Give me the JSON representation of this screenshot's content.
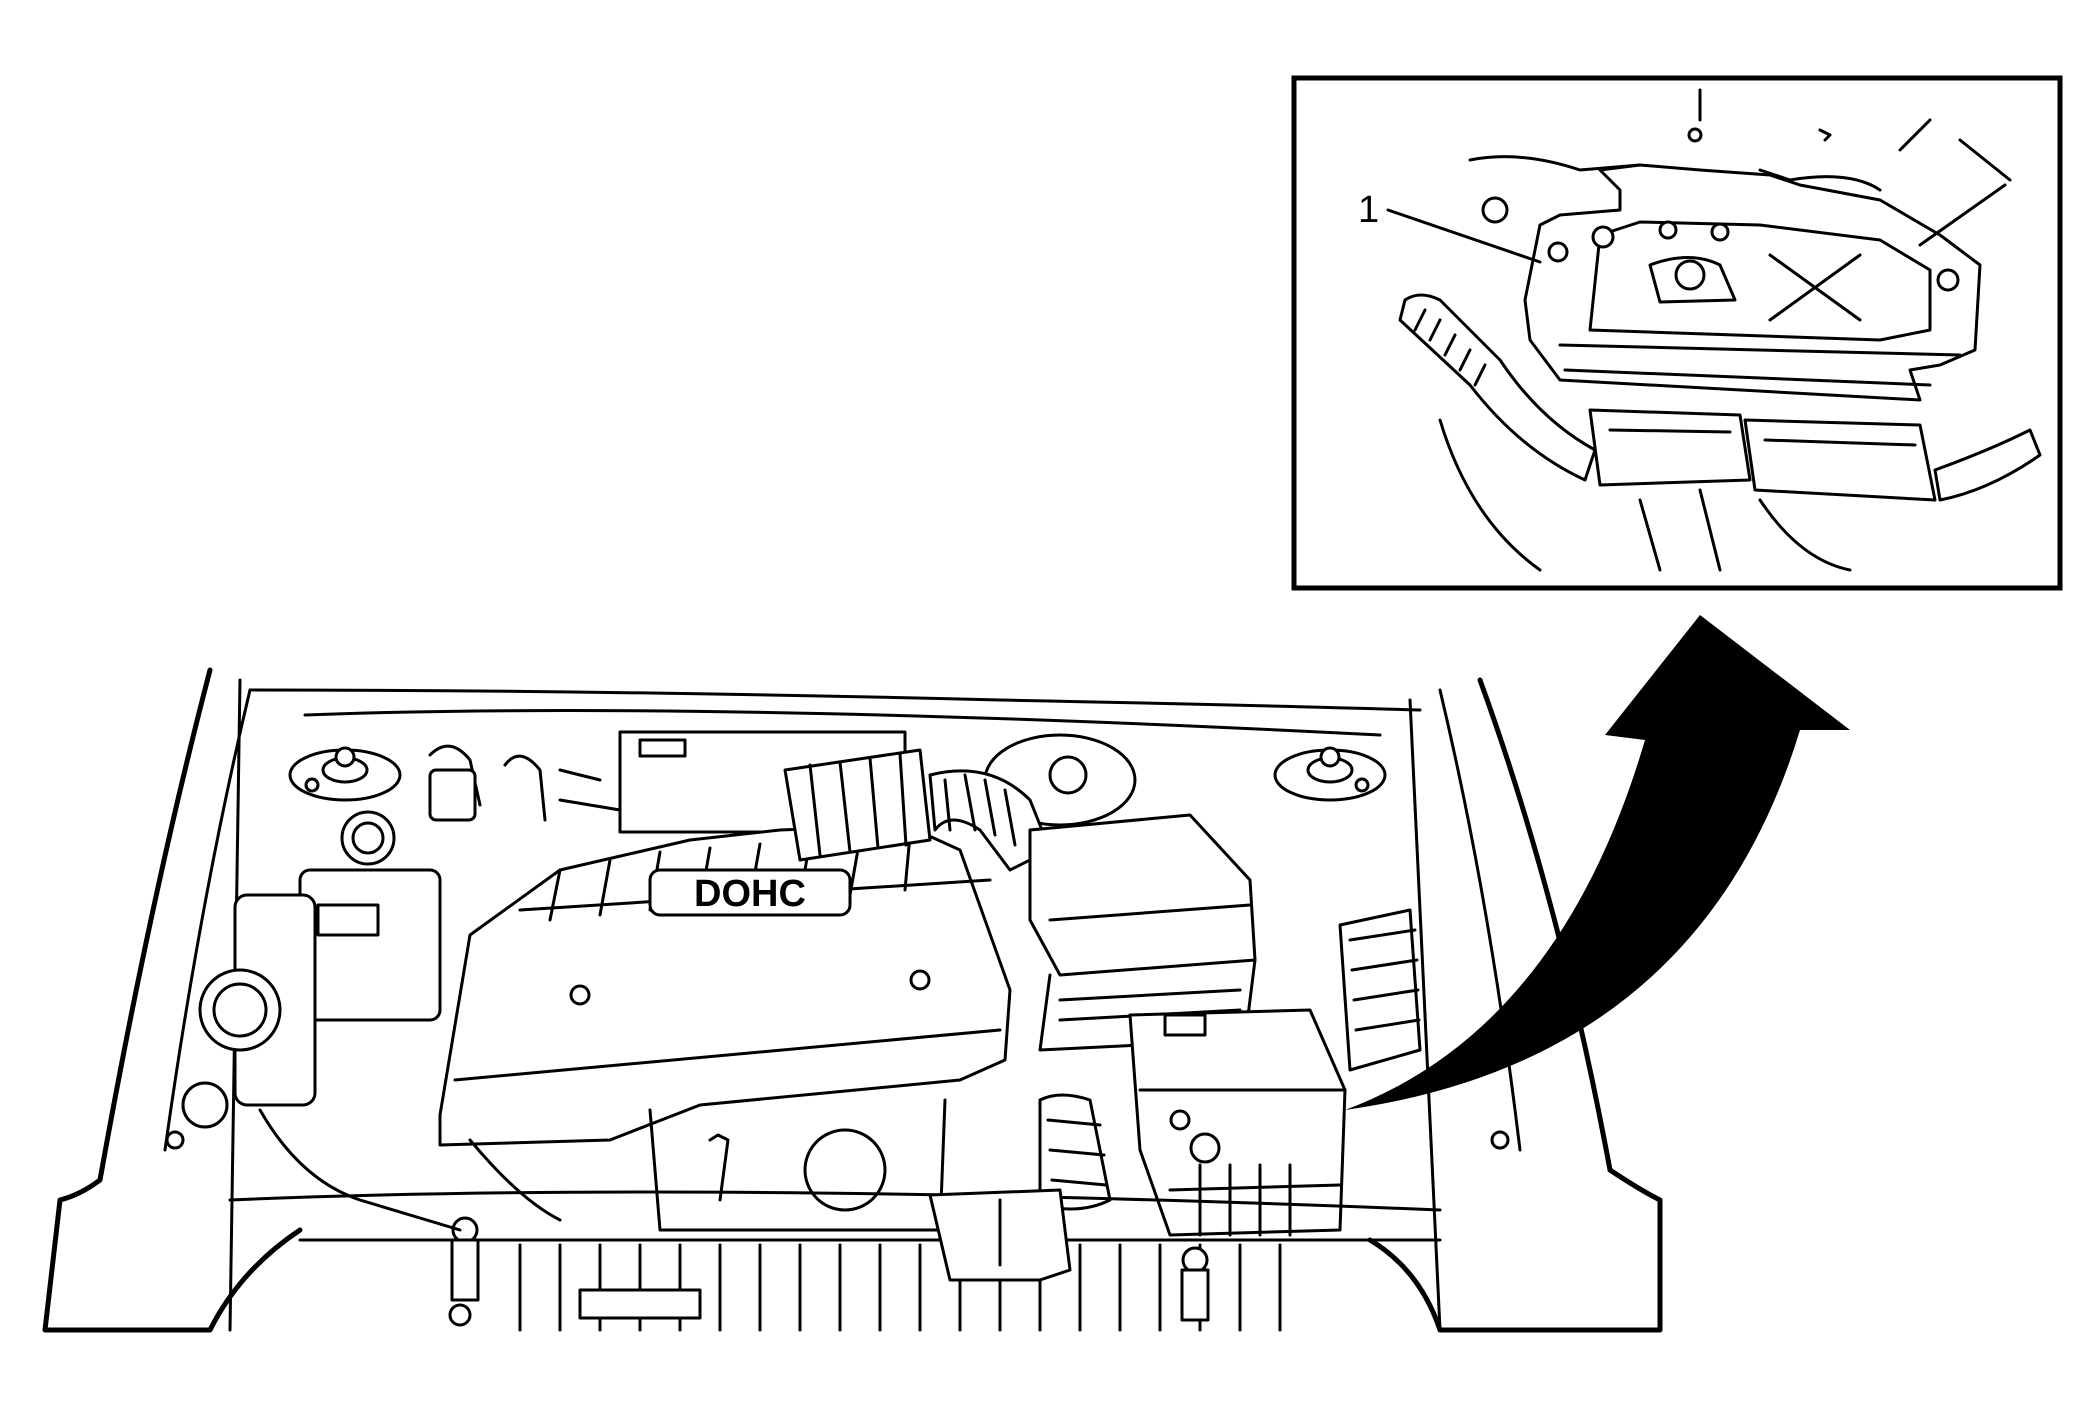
{
  "callouts": [
    {
      "id": "1",
      "label": "1"
    }
  ],
  "engine_cover_text": "DOHC",
  "style": {
    "line_color": "#000000",
    "background": "#ffffff"
  },
  "icons": {
    "arrow": "curved-arrow-icon"
  }
}
